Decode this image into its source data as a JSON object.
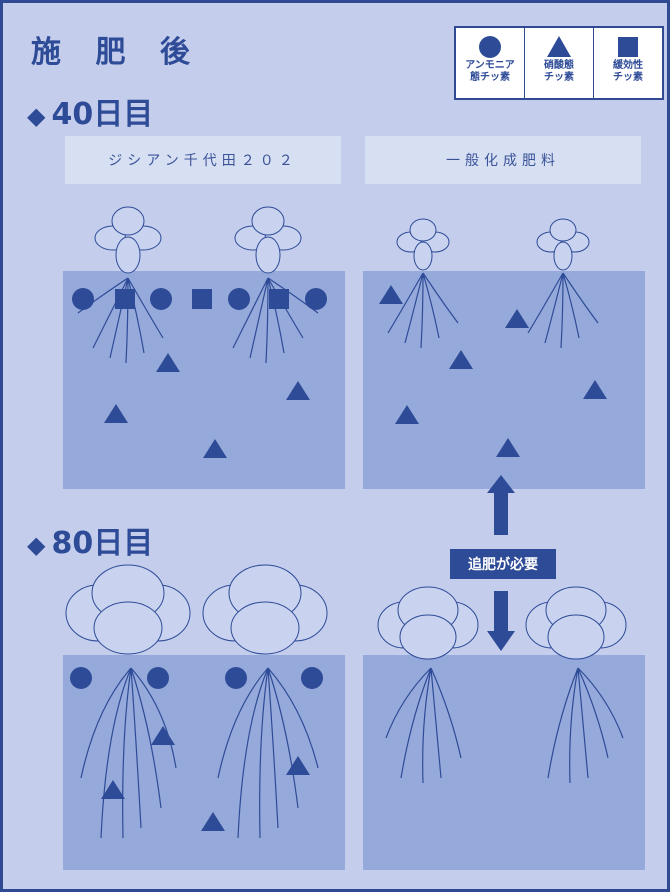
{
  "title": "施 肥 後",
  "legend": [
    {
      "label": "アンモニア\n態チッ素",
      "icon": "circle-icon"
    },
    {
      "label": "硝酸態\nチッ素",
      "icon": "triangle-icon"
    },
    {
      "label": "緩効性\nチッ素",
      "icon": "square-icon"
    }
  ],
  "sections": {
    "day40": "40日目",
    "day80": "80日目"
  },
  "columns": {
    "left": "ジシアン千代田２０２",
    "right": "一般化成肥料"
  },
  "callout": "追肥が必要",
  "colors": {
    "accent": "#2e4b97",
    "background": "#c4cdeb",
    "soil": "#95a9da",
    "header": "#d7dff2"
  }
}
